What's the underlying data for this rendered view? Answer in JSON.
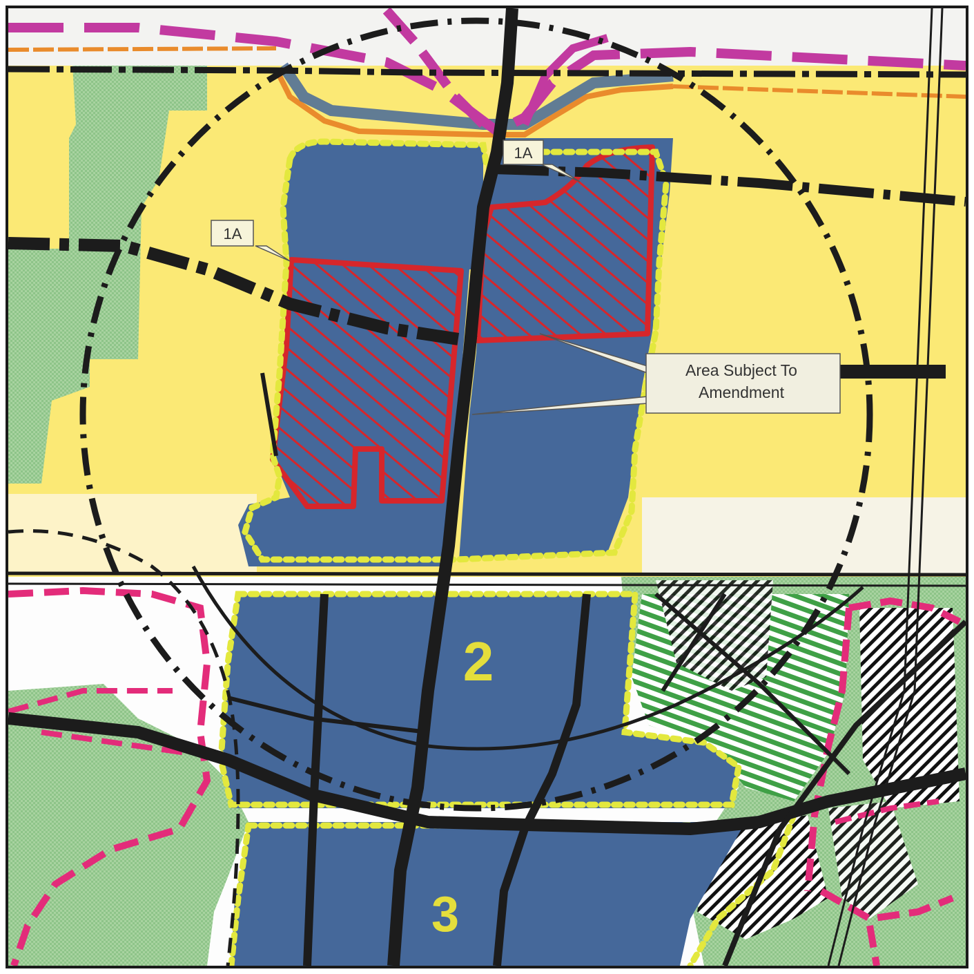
{
  "map": {
    "callouts": {
      "area_1a_north": "1A",
      "area_1a_west": "1A",
      "amendment_line1": "Area Subject To",
      "amendment_line2": "Amendment"
    },
    "zones": {
      "zone_2": "2",
      "zone_3": "3"
    },
    "colors": {
      "yellow_area": "#fbe975",
      "green_area": "#8ec489",
      "blue_area": "#45689a",
      "amendment_outline": "#d6262b",
      "zone_dots": "#e3e83e",
      "magenta_line": "#c23aa0",
      "pink_dashed": "#e32c7a",
      "orange_line": "#e98b2c",
      "road": "#1c1c1c"
    }
  }
}
